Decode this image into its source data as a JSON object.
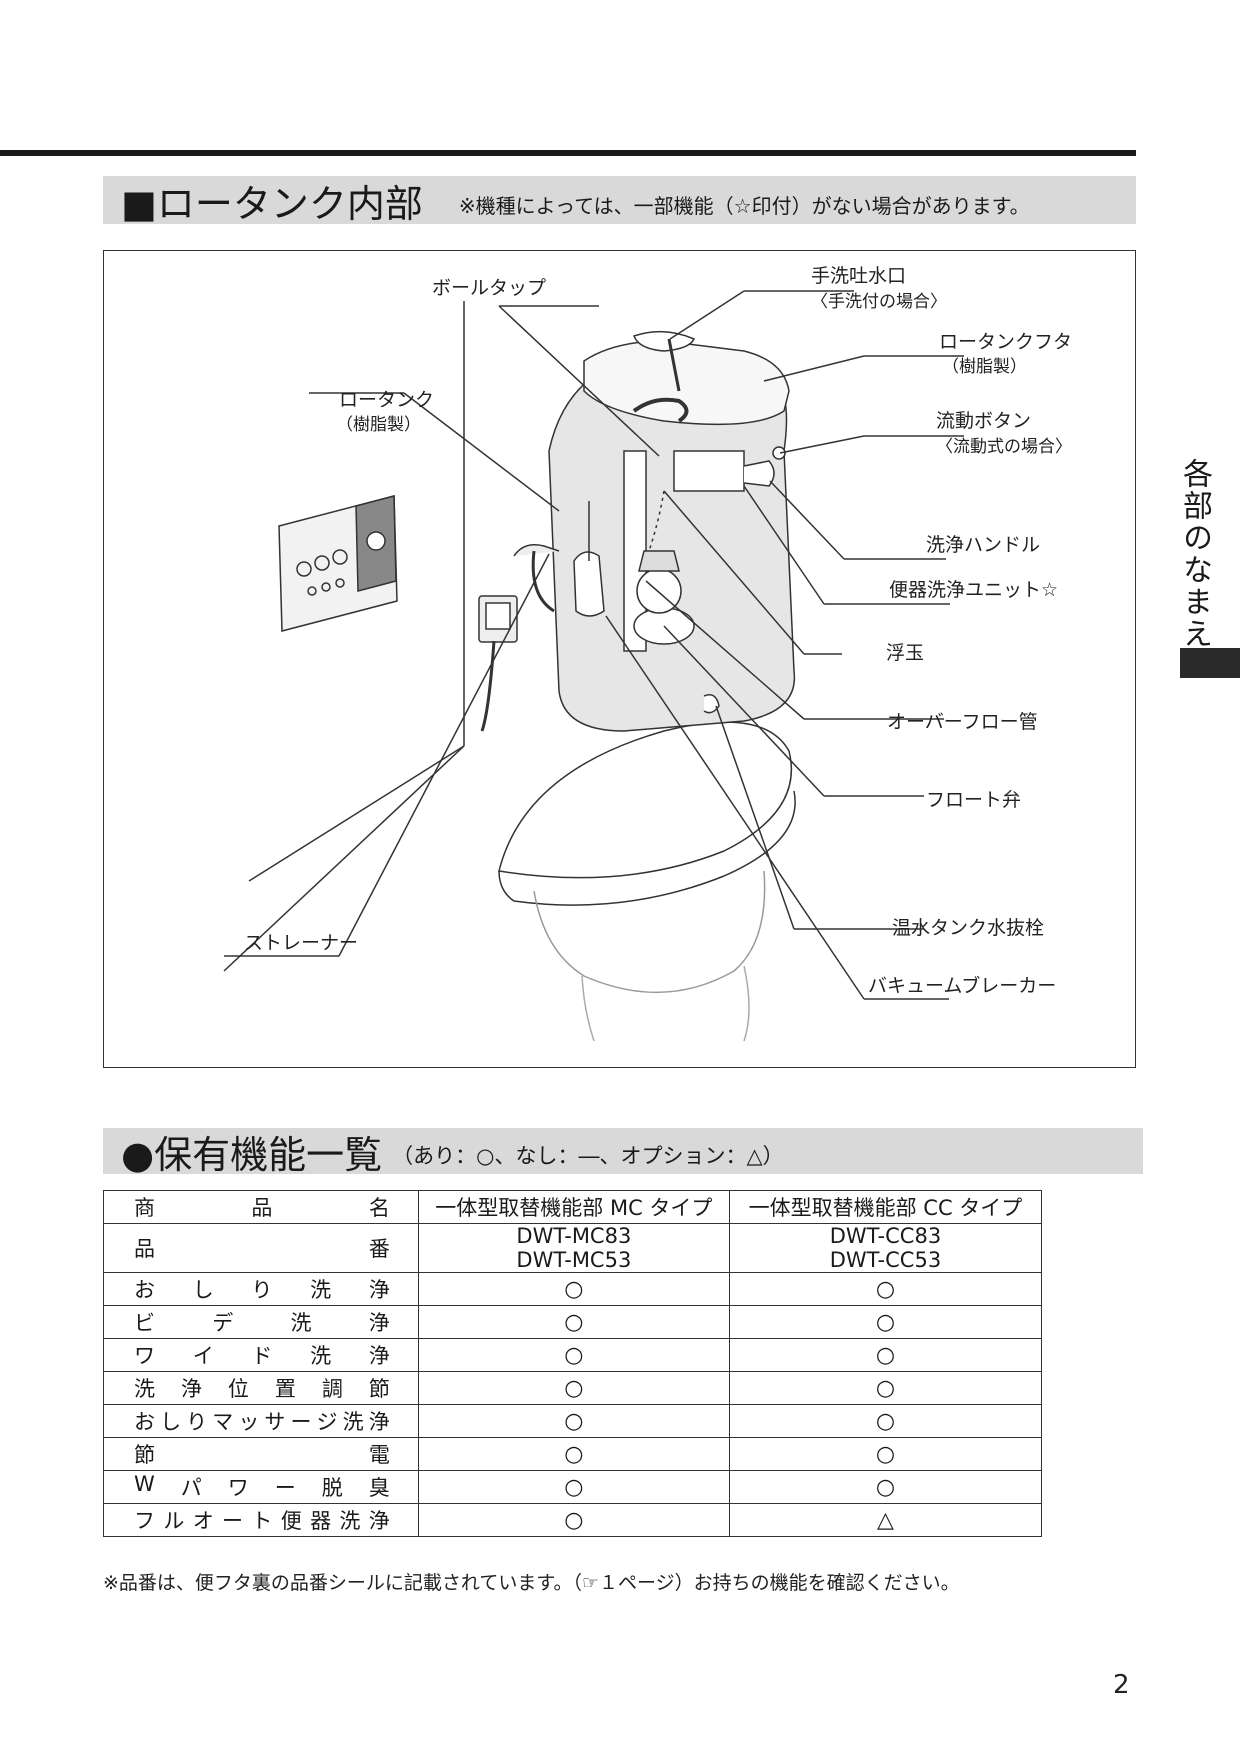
{
  "section1": {
    "title": "■ロータンク内部",
    "note": "※機種によっては、一部機能（☆印付）がない場合があります。"
  },
  "diagram": {
    "labels": {
      "ball_tap": "ボールタップ",
      "spout": "手洗吐水口",
      "spout_note": "〈手洗付の場合〉",
      "lid": "ロータンクフタ",
      "lid_note": "（樹脂製）",
      "tank": "ロータンク",
      "tank_note": "（樹脂製）",
      "flow_button": "流動ボタン",
      "flow_button_note": "〈流動式の場合〉",
      "handle": "洗浄ハンドル",
      "flush_unit": "便器洗浄ユニット☆",
      "float_ball": "浮玉",
      "overflow_pipe": "オーバーフロー管",
      "float_valve": "フロート弁",
      "strainer": "ストレーナー",
      "drain_plug": "温水タンク水抜栓",
      "vacuum_breaker": "バキュームブレーカー"
    }
  },
  "side_tab": "各部のなまえ",
  "section2": {
    "title": "●保有機能一覧",
    "legend": "（あり：○、なし：―、オプション：△）"
  },
  "table": {
    "header": {
      "label": "商品名",
      "col1": "一体型取替機能部 MC タイプ",
      "col2": "一体型取替機能部 CC タイプ"
    },
    "model": {
      "label": "品番",
      "col1_line1": "DWT-MC83",
      "col1_line2": "DWT-MC53",
      "col2_line1": "DWT-CC83",
      "col2_line2": "DWT-CC53"
    },
    "rows": [
      {
        "label": "おしり洗浄",
        "mc": "○",
        "cc": "○"
      },
      {
        "label": "ビデ洗浄",
        "mc": "○",
        "cc": "○"
      },
      {
        "label": "ワイド洗浄",
        "mc": "○",
        "cc": "○"
      },
      {
        "label": "洗浄位置調節",
        "mc": "○",
        "cc": "○"
      },
      {
        "label": "おしりマッサージ洗浄",
        "mc": "○",
        "cc": "○"
      },
      {
        "label": "節電",
        "mc": "○",
        "cc": "○"
      },
      {
        "label": "Wパワー脱臭",
        "mc": "○",
        "cc": "○"
      },
      {
        "label": "フルオート便器洗浄",
        "mc": "○",
        "cc": "△"
      }
    ]
  },
  "footnote": "※品番は、便フタ裏の品番シールに記載されています。（☞１ページ）お持ちの機能を確認ください。",
  "page_number": "2"
}
